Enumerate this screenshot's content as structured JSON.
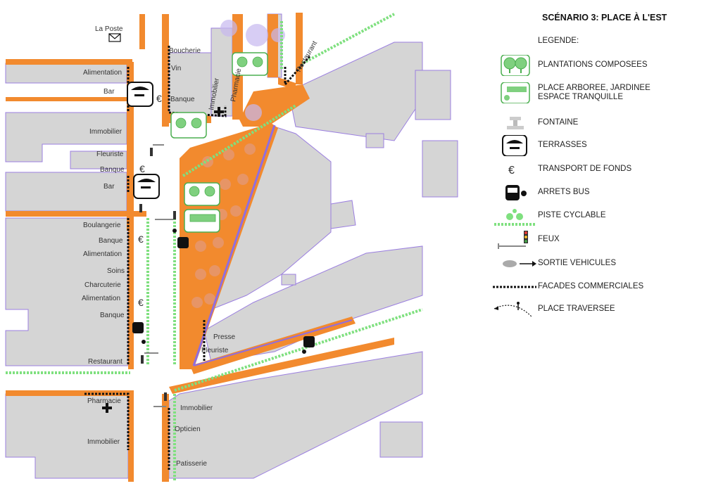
{
  "title": "SCÉNARIO 3: PLACE À L'EST",
  "legend_heading": "LEGENDE:",
  "legend_items": [
    {
      "label": "PLANTATIONS COMPOSEES",
      "icon": "trees-icon"
    },
    {
      "label": "PLACE ARBOREE, JARDINEE\nESPACE TRANQUILLE",
      "icon": "garden-icon"
    },
    {
      "label": "FONTAINE",
      "icon": "fountain-icon"
    },
    {
      "label": "TERRASSES",
      "icon": "terrace-icon"
    },
    {
      "label": "TRANSPORT DE FONDS",
      "icon": "euro-icon"
    },
    {
      "label": "ARRETS BUS",
      "icon": "bus-icon"
    },
    {
      "label": "PISTE CYCLABLE",
      "icon": "bicycle-icon"
    },
    {
      "label": "FEUX",
      "icon": "traffic-light-icon"
    },
    {
      "label": "SORTIE VEHICULES",
      "icon": "car-exit-icon"
    },
    {
      "label": "FACADES COMMERCIALES",
      "icon": "dashed-facade-icon"
    },
    {
      "label": "PLACE TRAVERSEE",
      "icon": "pedestrian-crossing-icon"
    }
  ],
  "map": {
    "shops_left": [
      "Alimentation",
      "Bar",
      "Immobilier",
      "Fleuriste",
      "Banque",
      "Bar"
    ],
    "shops_left_lower": [
      "Boulangerie",
      "Banque",
      "Alimentation",
      "Soins",
      "Charcuterie",
      "Alimentation",
      "Banque",
      "Restaurant"
    ],
    "shops_left_bottom": [
      "Pharmacie",
      "Immobilier"
    ],
    "shops_top_center": [
      "Boucherie",
      "Vin",
      "Banque"
    ],
    "vertical_labels": [
      "Immobilier",
      "Pharmacie",
      "Restaurant"
    ],
    "shops_right": [
      "Presse",
      "Fleuriste"
    ],
    "shops_bottom_center": [
      "Immobilier",
      "Opticien",
      "Patisserie"
    ],
    "la_poste": "La Poste"
  },
  "colors": {
    "road": "#f28a2e",
    "building": "#d5d5d5",
    "outline": "#9b7fe0",
    "plaza_dot": "#e39a7e",
    "bike": "#7fe07f",
    "green": "#4caf50"
  }
}
